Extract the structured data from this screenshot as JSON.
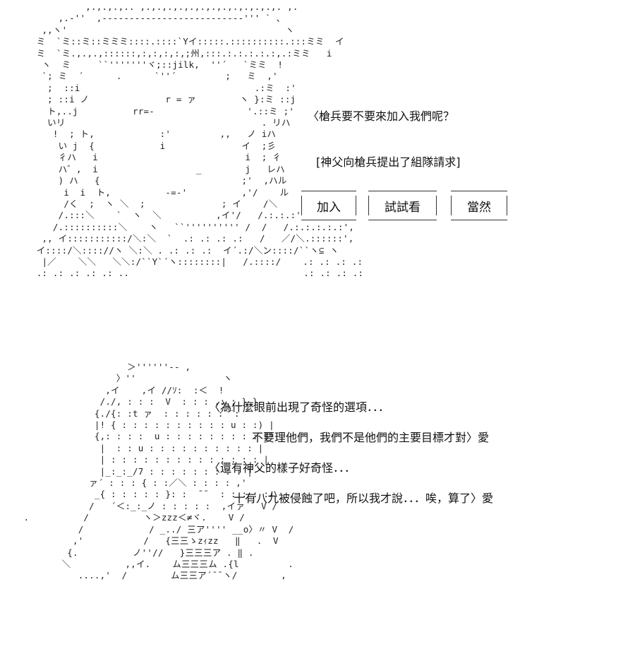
{
  "priest": {
    "art": "          ,.,.,.,.. ,.,.,.,.,.,.,.,.,.,.,.,.,. ,.\n     ,.-''  ,--------------------------''' ` 、\n  ,,ヽ'                                        ヽ\n ミ  `ミ::ミ::ミミミ::::.::::`Yイ:::::.::::::::::.:::ミミ  イ\n ミ  `ミ.,.,.,::::::,:,:,:,:,;州,:::.:.:.:.:.:,.:ミミ   i\n  ヽ  ミ     ``'''''''ヾ;::jilk,  ''´   `ミミ  !\n  `; ミ  ´      .      `''´         ;   ミ  ,'\n   ;  ::i                                .:ミ  :'\n   ; ::i ノ              r = ァ        ヽ }:ミ ::j\n   ト,..j          rr=-                 '.::ミ ;'\n   いリ                                    . リハ\n    !  ; ト,            :'         ,,   ノ iハ\n     い j  {            i              イ  ;彡\n     彳ハ   i                           i  ; 彳\n     ハ゛,  i                  _        j   レハ\n     ) ハ   {                          ;'  ,ハル\n      i  i  ト,          -=-'          ,'/    ル\n      /く  ;  ヽ ＼  ;              ; イ    /＼\n     /.:::＼    `  ヽ  ＼          ,イ'/   /.:.:.:',\n    /.::::::::::＼    ヽ   ``'''''''''' /  /   /.:.:.:.:.:',\n  ,, イ:::::::::::/＼:＼  `  .: .: .: .:   /   ／/＼.::::::',\n イ::::/＼:::://ヽ ＼:＼ . .: .: .:  イ´.:/＼ン::::/``ヽ⊆ ヽ\n  |／    ＼＼   ＼＼:/``Y`´ヽ::::::::|   /.::::/    .: .: .: .:\n .: .: .: .: .: ..                                .: .: .: .:",
    "line1": "〈槍兵要不要來加入我們呢？",
    "line2": "[神父向槍兵提出了組隊請求]"
  },
  "choices": {
    "join": "加入",
    "try": "試試看",
    "sure": "當然"
  },
  "girl": {
    "art": "                     ＞''''''-- ,\n                   〉''                ヽ\n                 ,イ    ,イ //ｿ:  :＜  !\n                /./, : : :  V  : : : ,:_: } }\n               {./{: :t ァ  : : : : : :`¨:\n               |! { : : : : : : : : : : u : :) |\n               {,: : : :  u : : : : : : : : : }!\n                |  : : u : : : : : : : : : : |\n                | : : : : : : : : : : : : : : |\n                |_:_:_/7 : : : : : : : : : |\n              ァ´ : : : { : :／＼ : : : : ,'\n               _{ : : : : : }: :  ¯¯  : : : : :ハ\n              /   ´＜:_:_ノ : : : : :  ,イァ   V /\n  .          /          ヽ＞zzz＜≠ヾ.    V /\n            /            / _../ 三ア'''' __o〉〃 V  /\n           ,'           /   {三三ゝzｨzz   ‖   .  V\n          {.          ノ''//   }三三三ア . ‖ .\n         ＼          ,,イ.    ム三三三ム .{l         .\n            ....,'  /        ム三三ア´¯¯ヽ/        ,",
    "line1": "〈為什麼眼前出現了奇怪的選項．．．",
    "line2": "不要理他們，我們不是他們的主要目標才對〉愛",
    "line3": "〈還有神父的樣子好奇怪．．．",
    "line4": "十有八九被侵蝕了吧，所以我才說．．．唉，算了〉愛"
  }
}
